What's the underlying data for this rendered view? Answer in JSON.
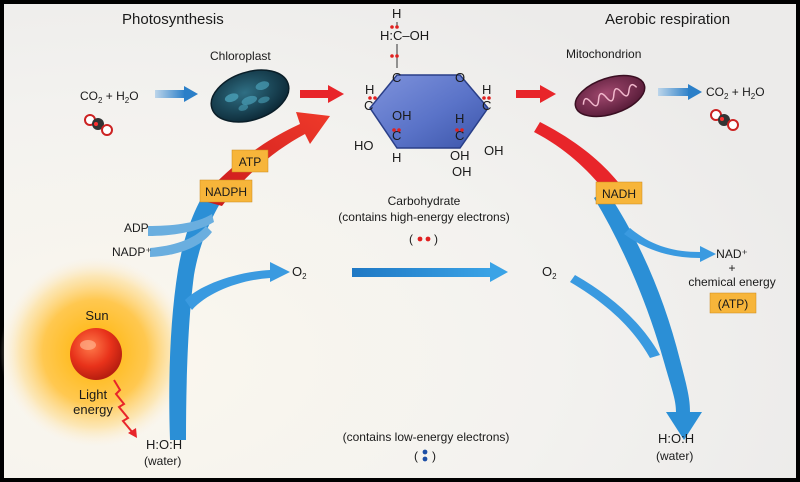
{
  "titles": {
    "photosynthesis": "Photosynthesis",
    "aerobic_respiration": "Aerobic respiration"
  },
  "organelles": {
    "chloroplast": "Chloroplast",
    "mitochondrion": "Mitochondrion"
  },
  "inputs": {
    "co2": "CO",
    "co2_sub": "2",
    "plus_h2o": " + H",
    "h2o_sub": "2",
    "h2o_o": "O"
  },
  "energy_carriers": {
    "atp": "ATP",
    "nadph": "NADPH",
    "nadh": "NADH",
    "adp": "ADP",
    "nadp_plus": "NADP⁺",
    "nad_plus": "NAD⁺",
    "plus": "+",
    "chemical_energy": "chemical energy",
    "atp_paren": "(ATP)"
  },
  "oxygen": {
    "o": "O",
    "sub": "2"
  },
  "carbohydrate": {
    "title": "Carbohydrate",
    "subtitle": "(contains high-energy electrons)"
  },
  "water": {
    "formula": "H:O:H",
    "label": "(water)",
    "low_energy": "(contains low-energy electrons)"
  },
  "sun": {
    "label": "Sun",
    "light_line1": "Light",
    "light_line2": "energy"
  },
  "molecule": {
    "h": "H",
    "c": "C",
    "o": "O",
    "oh": "OH",
    "ho": "HO",
    "hcoh": "H:C–OH"
  },
  "colors": {
    "red_arrow": "#e8252a",
    "blue_arrow": "#2b8fd6",
    "label_box": "#f7b53a",
    "hexagon": "#5a73c8",
    "electron_red": "#e02020",
    "electron_blue": "#1d4fa6"
  }
}
